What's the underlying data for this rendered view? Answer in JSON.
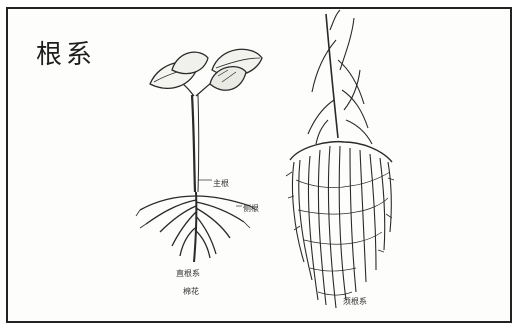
{
  "title": "根系",
  "labels": {
    "main_root": "主根",
    "lateral_root": "侧根",
    "taproot_system": "直根系",
    "plant_left": "棉花",
    "fibrous_system": "须根系"
  },
  "colors": {
    "ink": "#1d1d1d",
    "frame": "#222222",
    "background": "#fdfdfc"
  }
}
